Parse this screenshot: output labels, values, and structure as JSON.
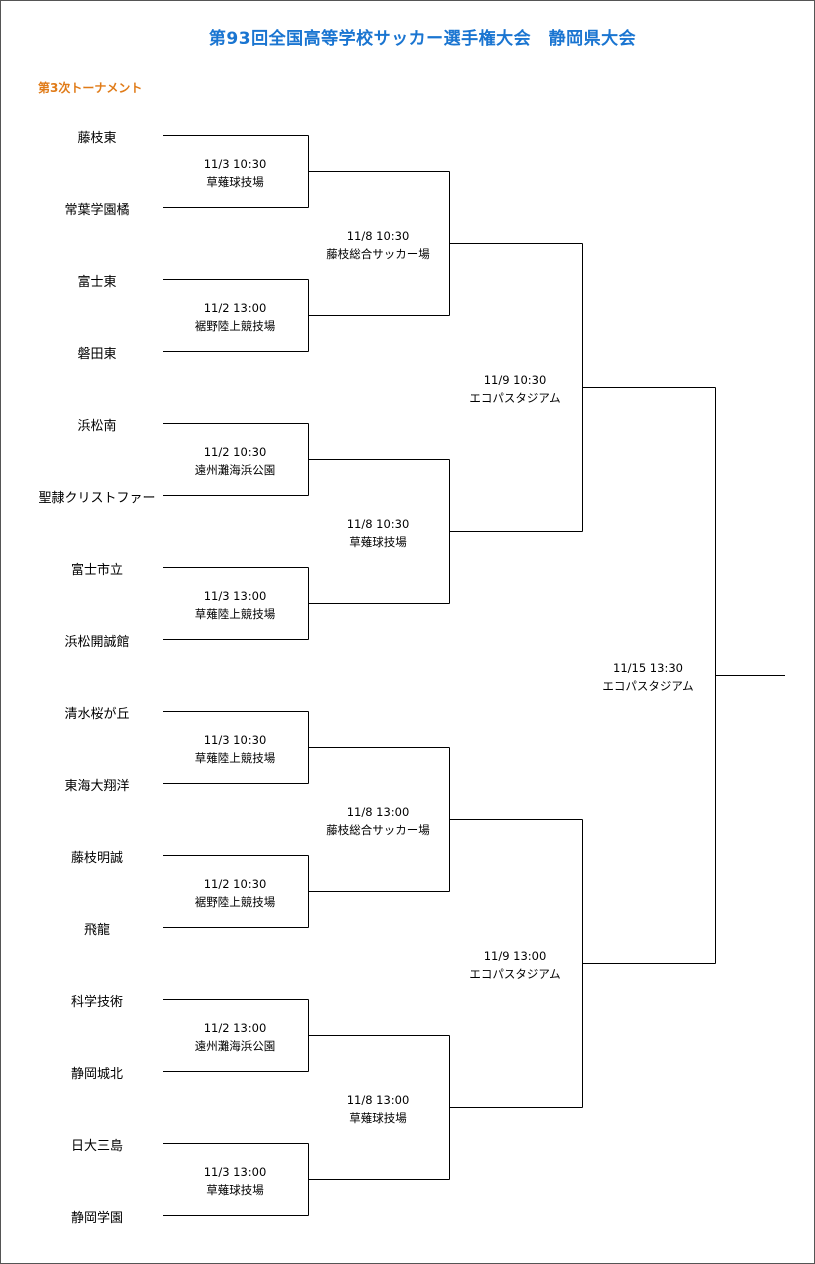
{
  "title": "第93回全国高等学校サッカー選手権大会　静岡県大会",
  "subtitle": "第3次トーナメント",
  "teams": [
    "藤枝東",
    "常葉学園橘",
    "富士東",
    "磐田東",
    "浜松南",
    "聖隷クリストファー",
    "富士市立",
    "浜松開誠館",
    "清水桜が丘",
    "東海大翔洋",
    "藤枝明誠",
    "飛龍",
    "科学技術",
    "静岡城北",
    "日大三島",
    "静岡学園"
  ],
  "round1": [
    {
      "time": "11/3  10:30",
      "venue": "草薙球技場"
    },
    {
      "time": "11/2  13:00",
      "venue": "裾野陸上競技場"
    },
    {
      "time": "11/2  10:30",
      "venue": "遠州灘海浜公園"
    },
    {
      "time": "11/3  13:00",
      "venue": "草薙陸上競技場"
    },
    {
      "time": "11/3  10:30",
      "venue": "草薙陸上競技場"
    },
    {
      "time": "11/2  10:30",
      "venue": "裾野陸上競技場"
    },
    {
      "time": "11/2  13:00",
      "venue": "遠州灘海浜公園"
    },
    {
      "time": "11/3  13:00",
      "venue": "草薙球技場"
    }
  ],
  "round2": [
    {
      "time": "11/8  10:30",
      "venue": "藤枝総合サッカー場"
    },
    {
      "time": "11/8  10:30",
      "venue": "草薙球技場"
    },
    {
      "time": "11/8  13:00",
      "venue": "藤枝総合サッカー場"
    },
    {
      "time": "11/8  13:00",
      "venue": "草薙球技場"
    }
  ],
  "semifinals": [
    {
      "time": "11/9  10:30",
      "venue": "エコパスタジアム"
    },
    {
      "time": "11/9  13:00",
      "venue": "エコパスタジアム"
    }
  ],
  "final": {
    "time": "11/15  13:30",
    "venue": "エコパスタジアム"
  }
}
